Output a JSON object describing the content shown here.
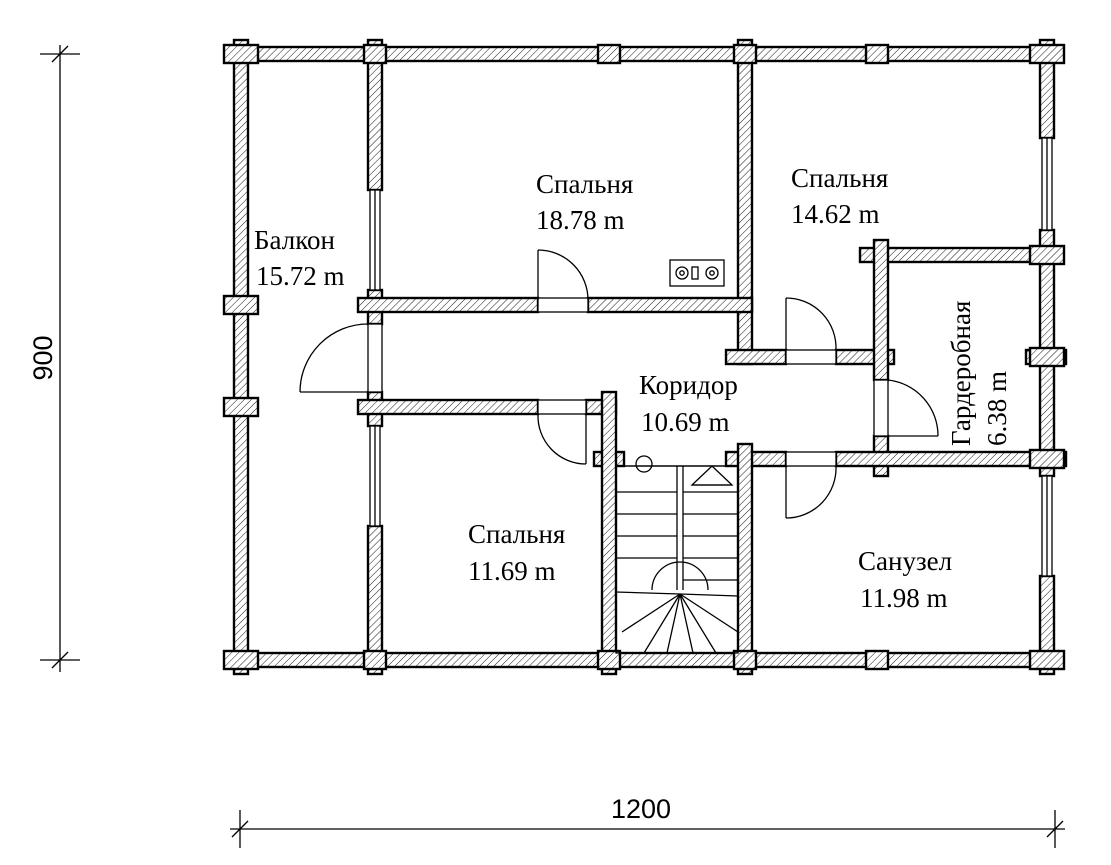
{
  "plan": {
    "dimensions": {
      "width_label": "1200",
      "height_label": "900"
    },
    "rooms": [
      {
        "id": "balcony",
        "name": "Балкон",
        "area": "15.72 m"
      },
      {
        "id": "bedroom-top",
        "name": "Спальня",
        "area": "18.78 m"
      },
      {
        "id": "bedroom-top-right",
        "name": "Спальня",
        "area": "14.62 m"
      },
      {
        "id": "corridor",
        "name": "Коридор",
        "area": "10.69 m"
      },
      {
        "id": "wardrobe",
        "name": "Гардеробная",
        "area": "6.38 m"
      },
      {
        "id": "bedroom-bottom",
        "name": "Спальня",
        "area": "11.69 m"
      },
      {
        "id": "bathroom",
        "name": "Санузел",
        "area": "11.98 m"
      }
    ]
  }
}
